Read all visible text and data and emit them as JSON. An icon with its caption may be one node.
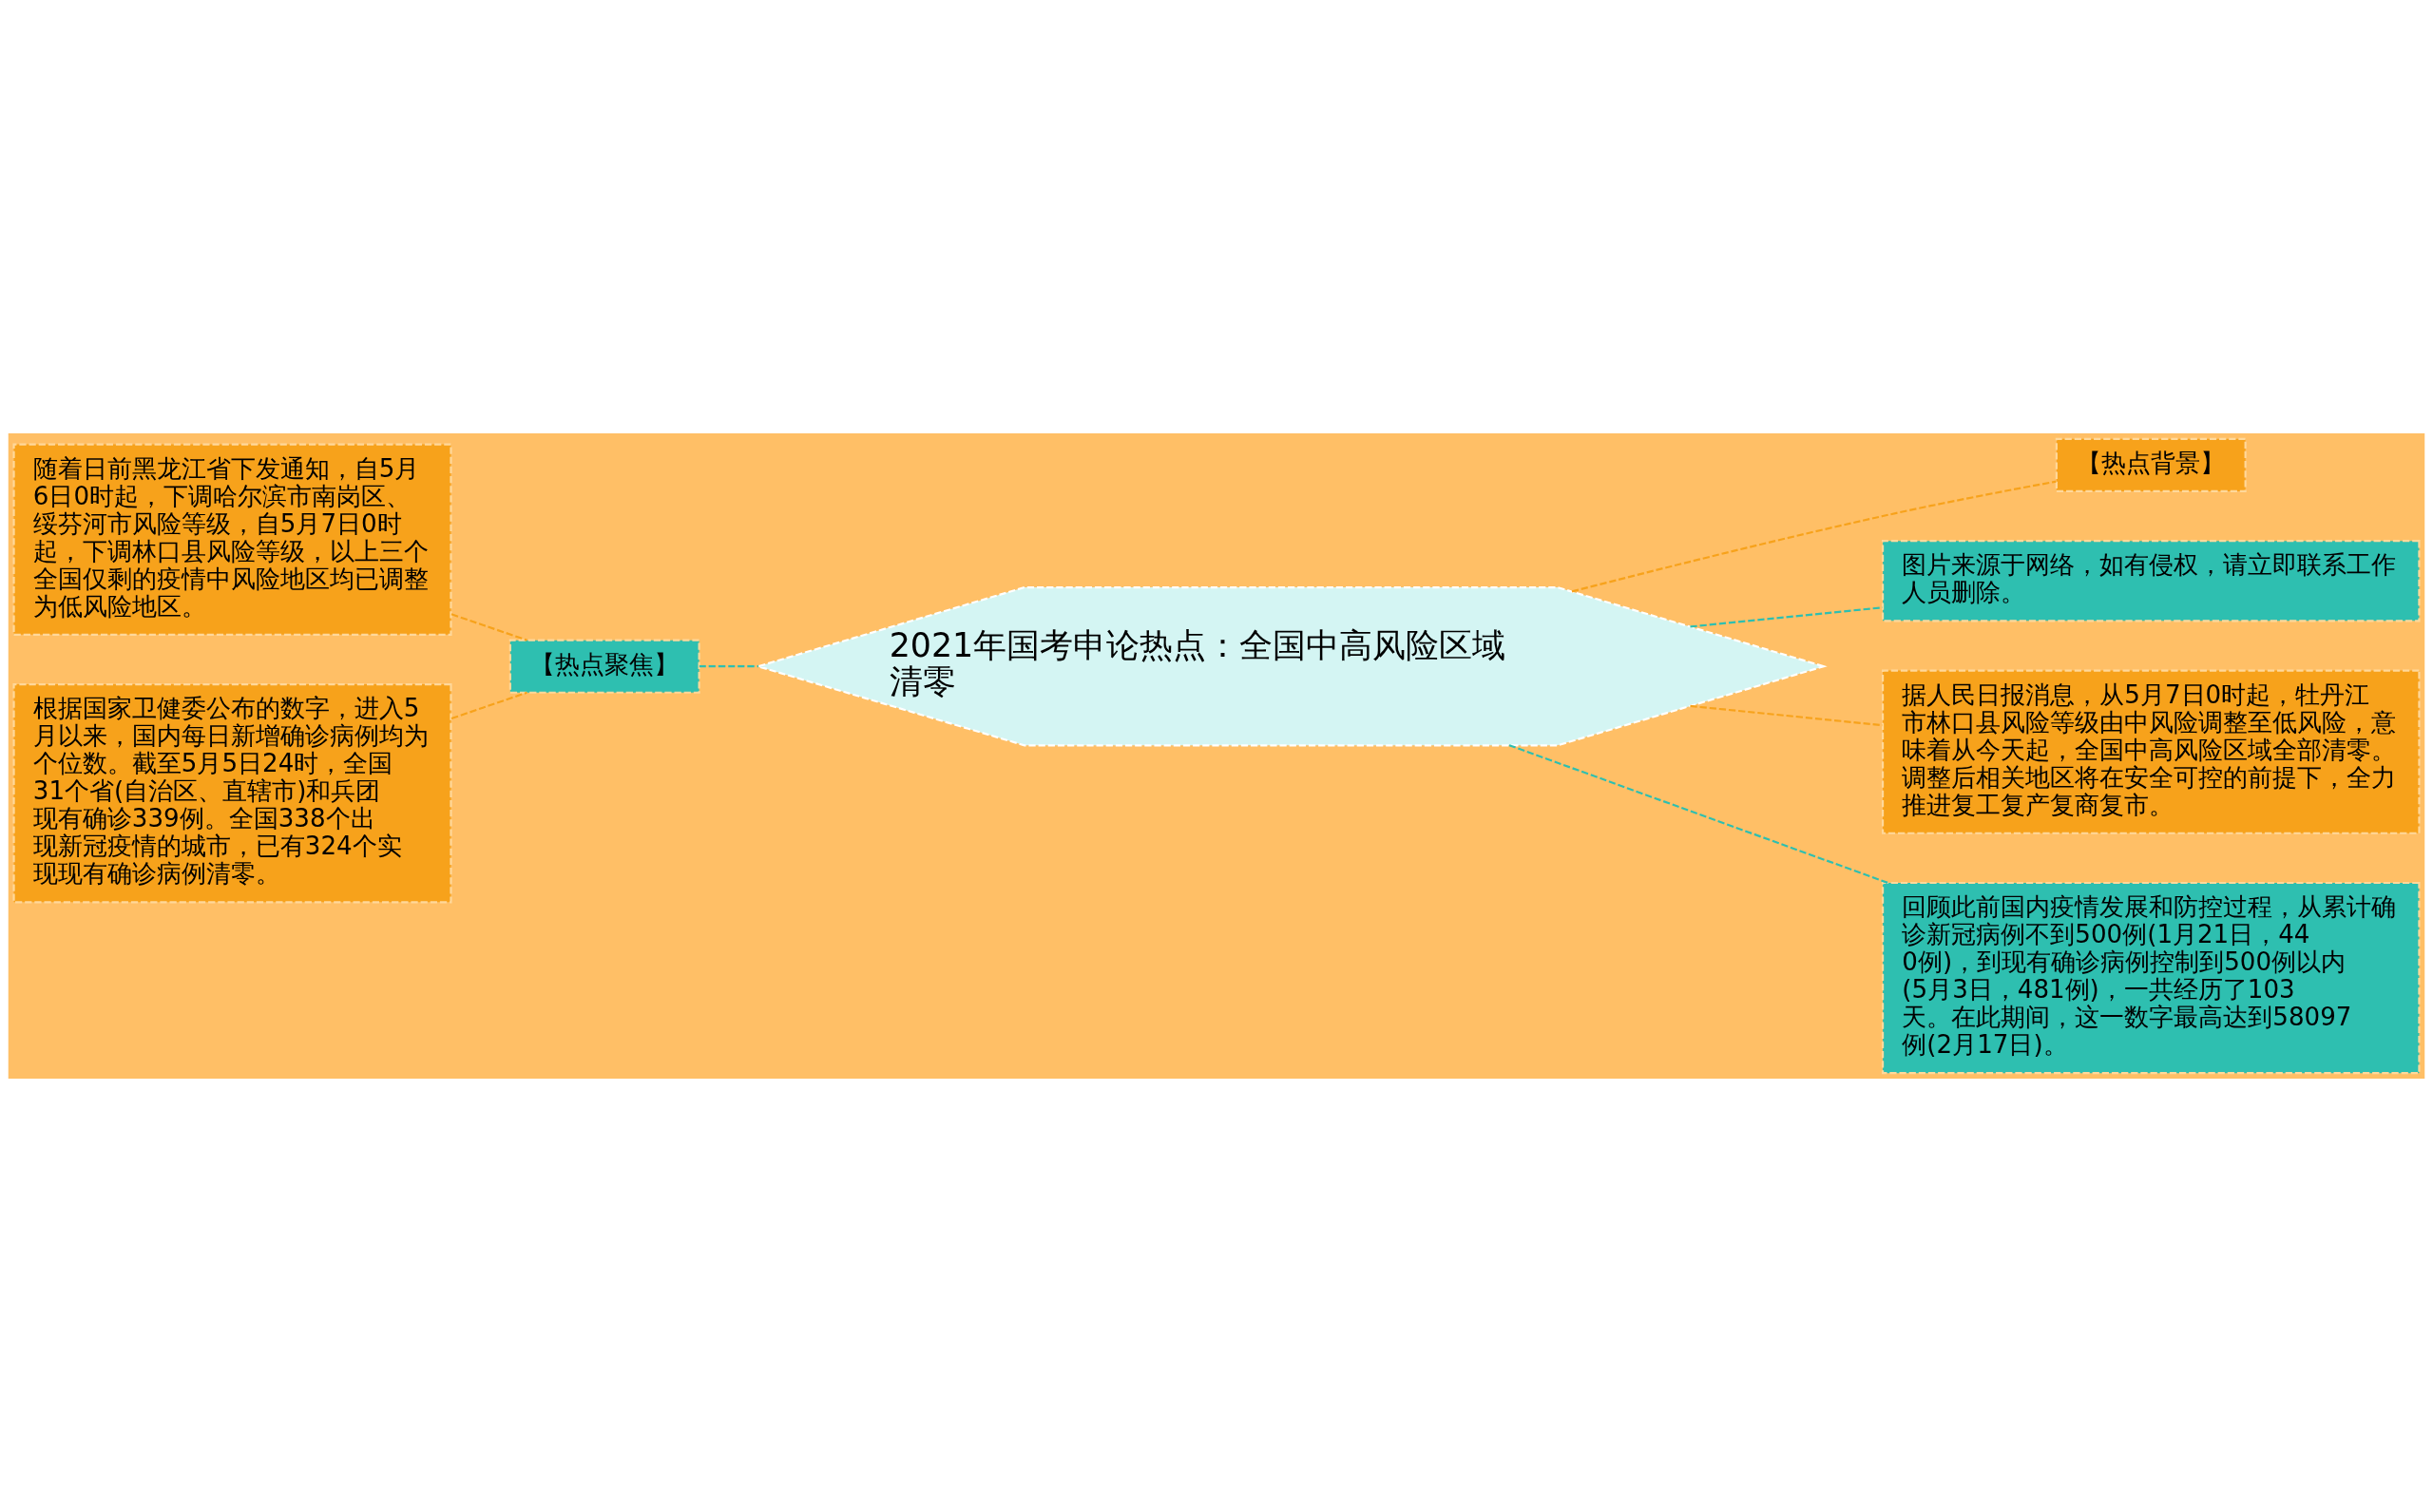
{
  "diagram": {
    "nodes": [
      {
        "text": [
          "2021年国考申论热点：全国中高风险区域清零"
        ]
      },
      {
        "text": [
          "随着日前黑龙江省下发通知，自5月6日0时起，下调哈尔滨市南岗区、绥芬河市风险等级，自5月7日0时起，下调林口县风险等级，以上三个全国仅剩的疫情中风险地区均已调整为低风险地区。"
        ]
      },
      {
        "text": [
          "【热点聚焦】"
        ]
      },
      {
        "text": [
          "根据国家卫健委公布的数字，进入5月以来，国内每日新增确诊病例均为个位数。截至5月5日24时，全国31个省(自治区、直辖市)和兵团现有确诊339例。全国338个出现新冠疫情的城市，已有324个实现现有确诊病例清零。"
        ]
      },
      {
        "text": [
          "【热点背景】"
        ]
      },
      {
        "text": [
          "图片来源于网络，如有侵权，请立即联系工作人员删除。"
        ]
      },
      {
        "text": [
          "据人民日报消息，从5月7日0时起，牡丹江市林口县风险等级由中风险调整至低风险，意味着从今天起，全国中高风险区域全部清零。调整后相关地区将在安全可控的前提下，全力推进复工复产复商复市。"
        ]
      },
      {
        "text": [
          "回顾此前国内疫情发展和防控过程，从累计确诊新冠病例不到500例(1月21日，440例)，到现有确诊病例控制到500例以内(5月3日，481例)，一共经历了103天。在此期间，这一数字最高达到58097例(2月17日)。"
        ]
      }
    ],
    "edges": [
      {
        "from": 1,
        "to": 2,
        "arrow": "none",
        "style": "dashed",
        "color": "#f7a21b"
      },
      {
        "from": 3,
        "to": 2,
        "arrow": "none",
        "style": "dashed",
        "color": "#f7a21b"
      },
      {
        "from": 2,
        "to": 0,
        "arrow": "none",
        "style": "dashed",
        "color": "#2ebfb0"
      },
      {
        "from": 0,
        "to": 4,
        "arrow": "none",
        "style": "dashed",
        "color": "#f7a21b"
      },
      {
        "from": 0,
        "to": 5,
        "arrow": "none",
        "style": "dashed",
        "color": "#2ebfb0"
      },
      {
        "from": 0,
        "to": 6,
        "arrow": "none",
        "style": "dashed",
        "color": "#f7a21b"
      },
      {
        "from": 0,
        "to": 7,
        "arrow": "none",
        "style": "dashed",
        "color": "#2ebfb0"
      }
    ]
  }
}
